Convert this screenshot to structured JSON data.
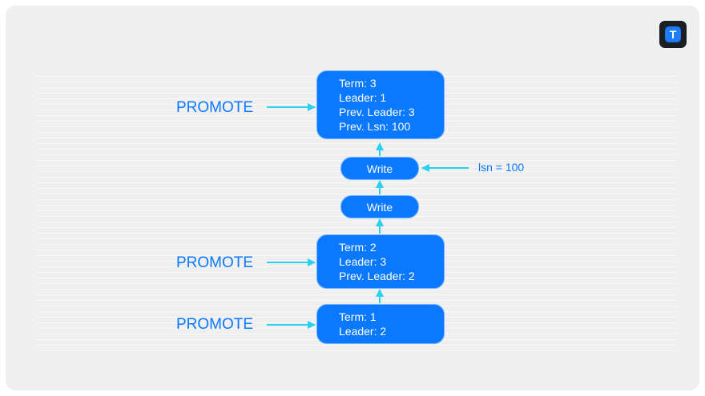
{
  "logo": {
    "glyph": "T",
    "icon": "brand-logo-icon"
  },
  "nodes": [
    {
      "lines": [
        "Term: 3",
        "Leader: 1",
        "Prev. Leader: 3",
        "Prev. Lsn: 100"
      ]
    },
    {
      "lines": [
        "Term: 2",
        "Leader: 3",
        "Prev. Leader: 2"
      ]
    },
    {
      "lines": [
        "Term: 1",
        "Leader: 2"
      ]
    }
  ],
  "writes": [
    "Write",
    "Write"
  ],
  "promote_label": "PROMOTE",
  "lsn_label": "lsn = 100",
  "colors": {
    "accent": "#0a78ff",
    "arrow": "#29d0f0",
    "background": "#efefef"
  }
}
